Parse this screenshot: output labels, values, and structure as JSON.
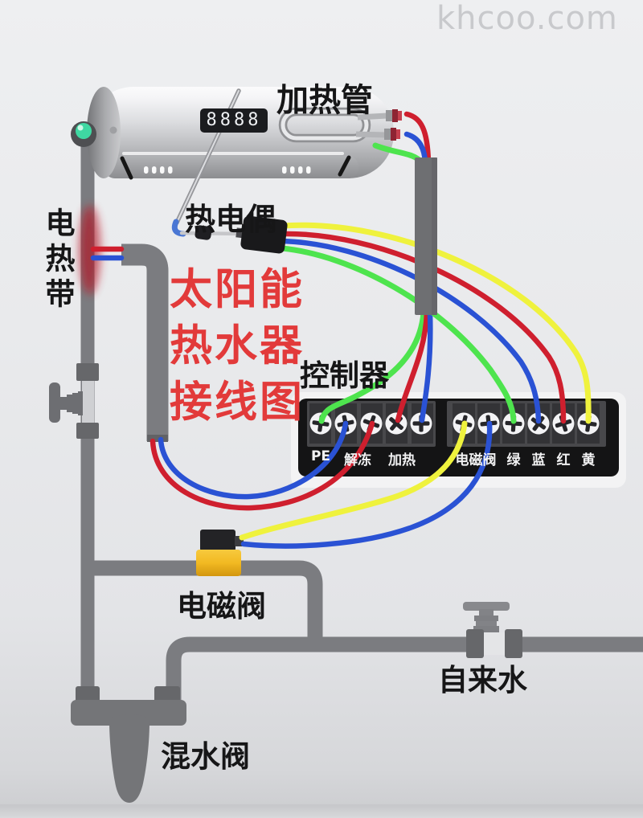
{
  "watermark": "khcoo.com",
  "title": {
    "lines": [
      "太阳能",
      "热水器",
      "接线图"
    ]
  },
  "labels": {
    "heating_tube": "加热管",
    "thermocouple": "热电偶",
    "heating_belt": "电热带",
    "controller": "控制器",
    "solenoid_valve": "电磁阀",
    "tap_water": "自来水",
    "mixing_valve": "混水阀"
  },
  "display": {
    "value": "8888"
  },
  "controller_terminals": {
    "left": [
      "PE",
      "解冻",
      "加热"
    ],
    "right": [
      "电磁阀",
      "绿",
      "蓝",
      "红",
      "黄"
    ]
  },
  "wires": [
    {
      "color": "red",
      "from": "加热管",
      "to": "控制器 加热"
    },
    {
      "color": "blue",
      "from": "加热管",
      "to": "控制器 加热"
    },
    {
      "color": "green",
      "from": "加热管",
      "to": "控制器 PE"
    },
    {
      "color": "red",
      "from": "电热带",
      "to": "控制器 解冻"
    },
    {
      "color": "blue",
      "from": "电热带",
      "to": "控制器 解冻"
    },
    {
      "color": "green",
      "from": "热电偶",
      "to": "控制器 绿"
    },
    {
      "color": "blue",
      "from": "热电偶",
      "to": "控制器 蓝"
    },
    {
      "color": "red",
      "from": "热电偶",
      "to": "控制器 红"
    },
    {
      "color": "yellow",
      "from": "热电偶",
      "to": "控制器 黄"
    },
    {
      "color": "yellow",
      "from": "控制器 电磁阀",
      "to": "电磁阀"
    },
    {
      "color": "blue",
      "from": "控制器 电磁阀",
      "to": "电磁阀"
    }
  ],
  "colors": {
    "wire_red": "#cf1f2e",
    "wire_blue": "#2a52d4",
    "wire_green": "#4ee44e",
    "wire_yellow": "#eff23d",
    "accent_title": "#e23a3a",
    "solenoid_yellow": "#f2b922",
    "led_teal": "#3fd8a2"
  }
}
